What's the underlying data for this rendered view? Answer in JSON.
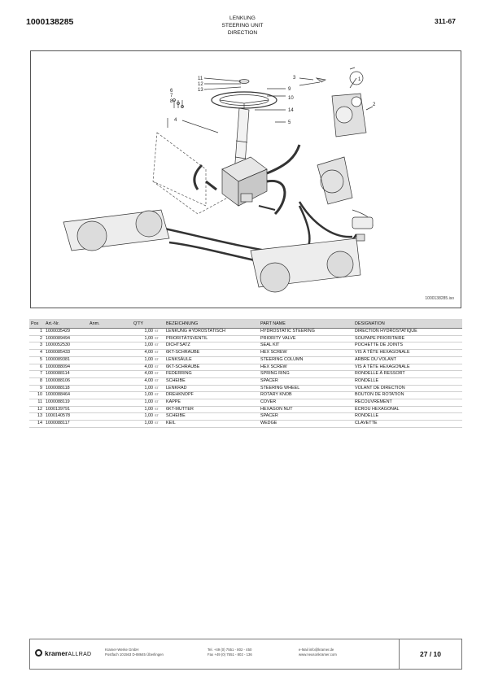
{
  "header": {
    "doc_number": "1000138285",
    "title_de": "LENKUNG",
    "title_en": "STEERING UNIT",
    "title_fr": "DIRECTION",
    "group": "311-67"
  },
  "diagram": {
    "drawing_ref": "1000138285.iso",
    "callouts": [
      "1",
      "2",
      "3",
      "4",
      "5",
      "6",
      "7",
      "8",
      "9",
      "10",
      "11",
      "12",
      "13",
      "14"
    ]
  },
  "table": {
    "headers": [
      "Pos",
      "Art.-Nr.",
      "Anm.",
      "Q'TY",
      "BEZEICHNUNG",
      "PART NAME",
      "DESIGNATION"
    ],
    "rows": [
      {
        "pos": "1",
        "art": "1000035429",
        "anm": "",
        "qty": "1,00",
        "unit": "ST",
        "de": "LENKUNG HYDROSTATISCH",
        "en": "HYDROSTATIC STEERING",
        "fr": "DIRECTION HYDROSTATIQUE"
      },
      {
        "pos": "2",
        "art": "1000089494",
        "anm": "",
        "qty": "1,00",
        "unit": "ST",
        "de": "PRIORITÄTSVENTIL",
        "en": "PRIORITY VALVE",
        "fr": "SOUPAPE PRIORITAIRE"
      },
      {
        "pos": "3",
        "art": "1000052530",
        "anm": "",
        "qty": "1,00",
        "unit": "ST",
        "de": "DICHTSATZ",
        "en": "SEAL KIT",
        "fr": "POCHETTE DE JOINTS"
      },
      {
        "pos": "4",
        "art": "1000085433",
        "anm": "",
        "qty": "4,00",
        "unit": "ST",
        "de": "6KT-SCHRAUBE",
        "en": "HEX SCREW",
        "fr": "VIS À TÊTE HEXAGONALE"
      },
      {
        "pos": "5",
        "art": "1000089381",
        "anm": "",
        "qty": "1,00",
        "unit": "ST",
        "de": "LENKSÄULE",
        "en": "STEERING COLUMN",
        "fr": "ARBRE DU VOLANT"
      },
      {
        "pos": "6",
        "art": "1000088094",
        "anm": "",
        "qty": "4,00",
        "unit": "ST",
        "de": "6KT-SCHRAUBE",
        "en": "HEX SCREW",
        "fr": "VIS À TÊTE HEXAGONALE"
      },
      {
        "pos": "7",
        "art": "1000088114",
        "anm": "",
        "qty": "4,00",
        "unit": "ST",
        "de": "FEDERRING",
        "en": "SPRING RING",
        "fr": "RONDELLE À RESSORT"
      },
      {
        "pos": "8",
        "art": "1000088106",
        "anm": "",
        "qty": "4,00",
        "unit": "ST",
        "de": "SCHEIBE",
        "en": "SPACER",
        "fr": "RONDELLE"
      },
      {
        "pos": "9",
        "art": "1000088118",
        "anm": "",
        "qty": "1,00",
        "unit": "ST",
        "de": "LENKRAD",
        "en": "STEERING WHEEL",
        "fr": "VOLANT DE DIRECTION"
      },
      {
        "pos": "10",
        "art": "1000088464",
        "anm": "",
        "qty": "1,00",
        "unit": "ST",
        "de": "DREHKNOPF",
        "en": "ROTARY KNOB",
        "fr": "BOUTON DE ROTATION"
      },
      {
        "pos": "11",
        "art": "1000088119",
        "anm": "",
        "qty": "1,00",
        "unit": "ST",
        "de": "KAPPE",
        "en": "COVER",
        "fr": "RECOUVREMENT"
      },
      {
        "pos": "12",
        "art": "1000139791",
        "anm": "",
        "qty": "1,00",
        "unit": "ST",
        "de": "6KT-MUTTER",
        "en": "HEXAGON NUT",
        "fr": "ÉCROU HEXAGONAL"
      },
      {
        "pos": "13",
        "art": "1000140578",
        "anm": "",
        "qty": "1,00",
        "unit": "ST",
        "de": "SCHEIBE",
        "en": "SPACER",
        "fr": "RONDELLE"
      },
      {
        "pos": "14",
        "art": "1000088117",
        "anm": "",
        "qty": "1,00",
        "unit": "ST",
        "de": "KEIL",
        "en": "WEDGE",
        "fr": "CLAVETTE"
      }
    ]
  },
  "footer": {
    "brand_bold": "kramer",
    "brand_thin": "ALLRAD",
    "company": "Kramer-Werke GmbH",
    "address": "Postfach 101563 D-88645 Überlingen",
    "tel": "Tel. +49 (0) 7551 - 802 - 450",
    "fax": "Fax +49 (0) 7551 - 802 - 136",
    "email": "e-Mail info@kramer.de",
    "web": "www.neusonkramer.com",
    "page": "27 / 10"
  }
}
